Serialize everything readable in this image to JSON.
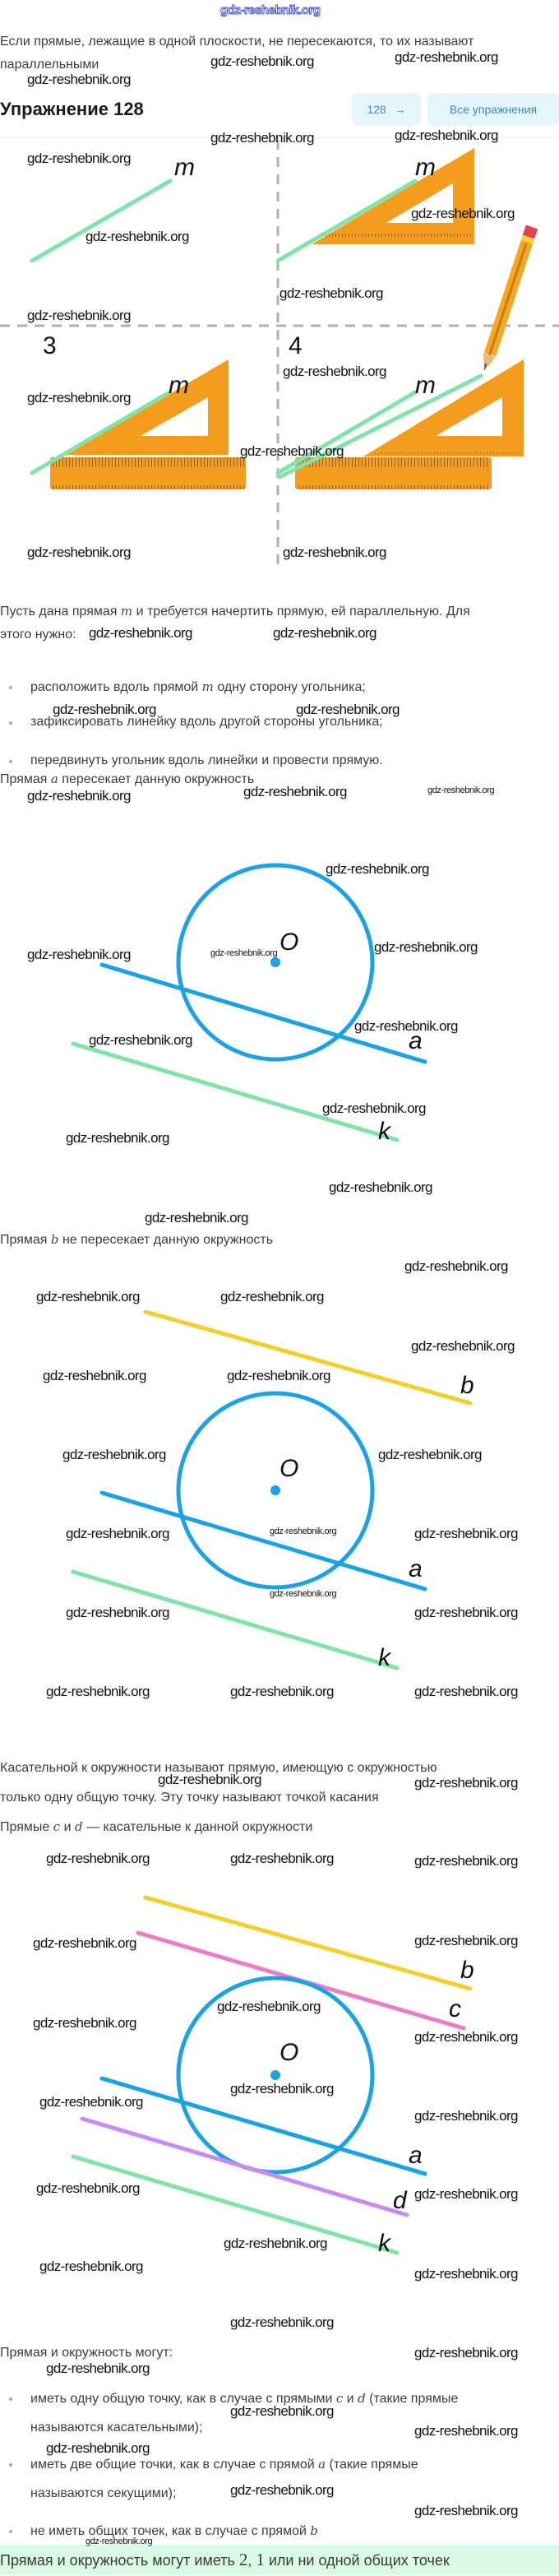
{
  "watermark": "gdz-reshebnik.org",
  "intro": {
    "line1": "Если прямые, лежащие в одной плоскости, не пересекаются, то их называют",
    "line2": "параллельными"
  },
  "header": {
    "title": "Упражнение 128",
    "next_button": "128",
    "next_arrow": "→",
    "all_button": "Все упражнения"
  },
  "figure1": {
    "step3": "3",
    "step4": "4",
    "line_label": "m"
  },
  "construction": {
    "line1_before": "Пусть дана прямая ",
    "line1_var": "m",
    "line1_after": " и требуется начертить прямую, ей параллельную. Для",
    "line2": "этого нужно:",
    "bullets": [
      {
        "before": "расположить вдоль прямой ",
        "var": "m",
        "after": " одну сторону угольника;"
      },
      {
        "text": "зафиксировать линейку вдоль другой стороны угольника;"
      },
      {
        "text": "передвинуть угольник вдоль линейки и провести прямую."
      }
    ]
  },
  "secant": {
    "before": "Прямая ",
    "var": "a",
    "after": " пересекает данную окружность"
  },
  "nonintersect": {
    "before": "Прямая ",
    "var": "b",
    "after": " не пересекает данную окружность"
  },
  "tangent": {
    "line1": "Касательной к окружности называют прямую, имеющую с окружностью",
    "line2": "только одну общую точку. Эту точку называют точкой касания",
    "line3_before": "Прямые ",
    "var_c": "c",
    "and": " и ",
    "var_d": "d",
    "line3_after": " — касательные к данной окружности"
  },
  "labels": {
    "center": "O",
    "a": "a",
    "b": "b",
    "c": "c",
    "d": "d",
    "k": "k"
  },
  "colors": {
    "circle": "#1ba2e6",
    "k": "#7fe3aa",
    "b": "#f1d02a",
    "c": "#eb7cc5",
    "d": "#c78cf2",
    "set_square": "#f39c1d"
  },
  "cases": {
    "intro": "Прямая и окружность могут:",
    "b1_l1_before": "иметь одну общую точку, как в случае с прямыми ",
    "b1_c": "c",
    "b1_and": " и ",
    "b1_d": "d",
    "b1_l1_after": " (такие прямые",
    "b1_l2": "называются касательными);",
    "b2_l1_before": "иметь две общие точки, как в случае с прямой ",
    "b2_a": "a",
    "b2_l1_after": " (такие прямые",
    "b2_l2": "называются секущими);",
    "b3_before": "не иметь общих точек, как в случае с прямой ",
    "b3_b": "b"
  },
  "summary": {
    "before": "Прямая и окружность могут иметь ",
    "n2": "2",
    "comma": ", ",
    "n1": "1",
    "after": " или ни одной общих точек"
  }
}
